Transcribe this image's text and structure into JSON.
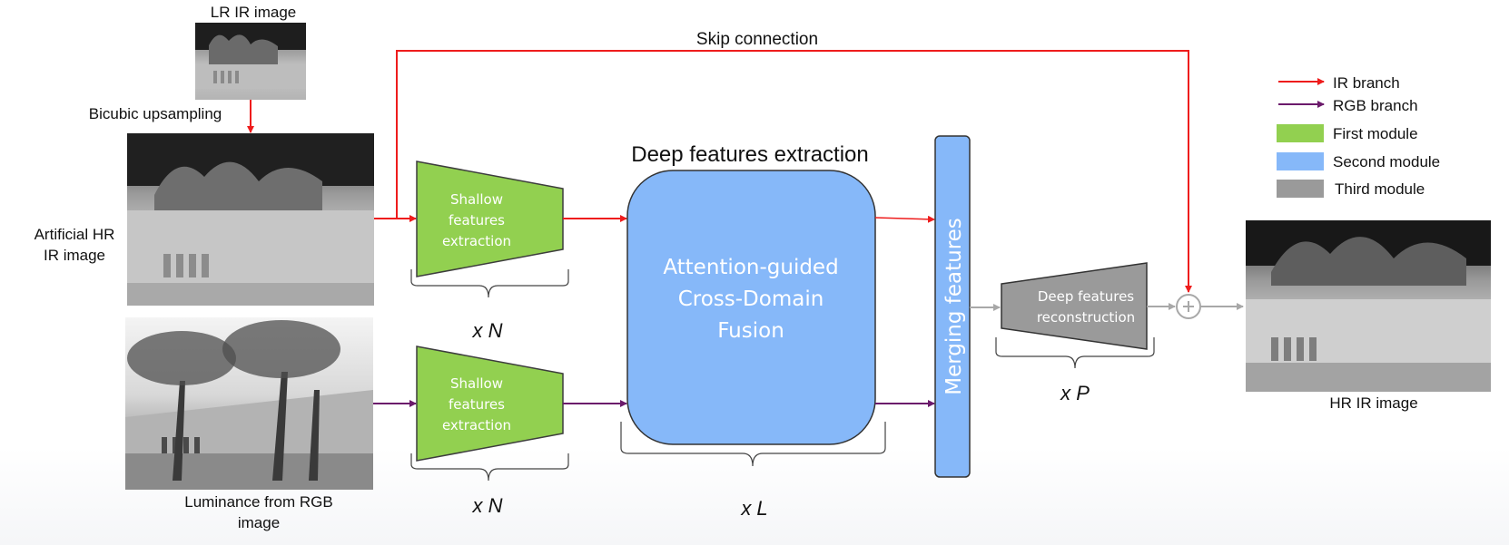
{
  "inputs": {
    "lr_ir_label": "LR IR image",
    "upsampling_label": "Bicubic upsampling",
    "artificial_hr_line1": "Artificial HR",
    "artificial_hr_line2": "IR image",
    "luminance_line1": "Luminance from RGB",
    "luminance_line2": "image"
  },
  "skip_connection": "Skip connection",
  "shallow": {
    "top": {
      "line1": "Shallow",
      "line2": "features",
      "line3": "extraction",
      "repeat": "x N"
    },
    "bottom": {
      "line1": "Shallow",
      "line2": "features",
      "line3": "extraction",
      "repeat": "x N"
    }
  },
  "deep": {
    "heading": "Deep features extraction",
    "line1": "Attention-guided",
    "line2": "Cross-Domain",
    "line3": "Fusion",
    "repeat": "x L"
  },
  "merging": "Merging features",
  "reconstruction": {
    "line1": "Deep features",
    "line2": "reconstruction",
    "repeat": "x P"
  },
  "output_label": "HR IR image",
  "legend": {
    "ir_branch": "IR branch",
    "rgb_branch": "RGB branch",
    "first_module": "First module",
    "second_module": "Second module",
    "third_module": "Third module"
  },
  "colors": {
    "ir": "#ee1c1c",
    "rgb": "#6b1a6b",
    "first": "#92d050",
    "second": "#86b8f9",
    "third": "#9a9a9a",
    "merge": "#86b8f9"
  }
}
